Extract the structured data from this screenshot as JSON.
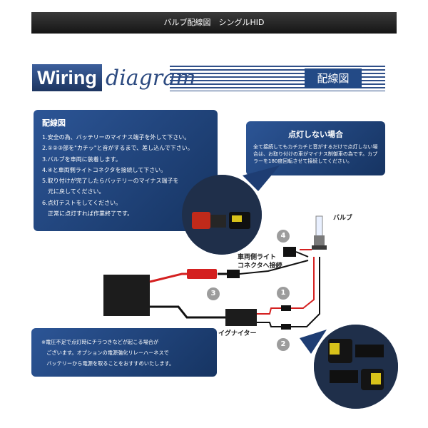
{
  "header": {
    "title": "バルブ配線図　シングルHID"
  },
  "banner": {
    "wiring": "Wiring",
    "diagram": "diagram",
    "jp_title": "配線図"
  },
  "main_panel": {
    "title": "配線図",
    "steps": [
      "1.安全の為、バッテリーのマイナス端子を外して下さい。",
      "2.①②③部を\"カチッ\"と音がするまで、差し込んで下さい。",
      "3.バルブを車両に装着します。",
      "4.④と車両側ライトコネクタを接続して下さい。",
      "5.取り付けが完了したらバッテリーのマイナス端子を",
      "　元に戻してください。",
      "6.点灯テストをしてください。",
      "　正常に点灯すれば作業終了です。"
    ]
  },
  "note_panel": {
    "title": "点灯しない場合",
    "body": "全て接続してもカチカチと音がするだけで点灯しない場合は、お取り付けの車がマイナス制御車の為です。カプラーを180度回転させて接続してください。"
  },
  "bottom_panel": {
    "lines": [
      "※電圧不足で点灯時にチラつきなどが起こる場合が",
      "　ございます。オプションの電源強化リレーハーネスで",
      "　バッテリーから電源を取ることをおすすめいたします。"
    ]
  },
  "labels": {
    "bulb": "バルブ",
    "connector_line1": "車両側ライト",
    "connector_line2": "コネクタへ接続",
    "igniter": "イグナイター"
  },
  "markers": {
    "m1": "1",
    "m2": "2",
    "m3": "3",
    "m4": "4"
  },
  "colors": {
    "navy": "#1e3d73",
    "wire_red": "#d42020",
    "wire_black": "#111111",
    "marker": "#9c9c9c"
  }
}
